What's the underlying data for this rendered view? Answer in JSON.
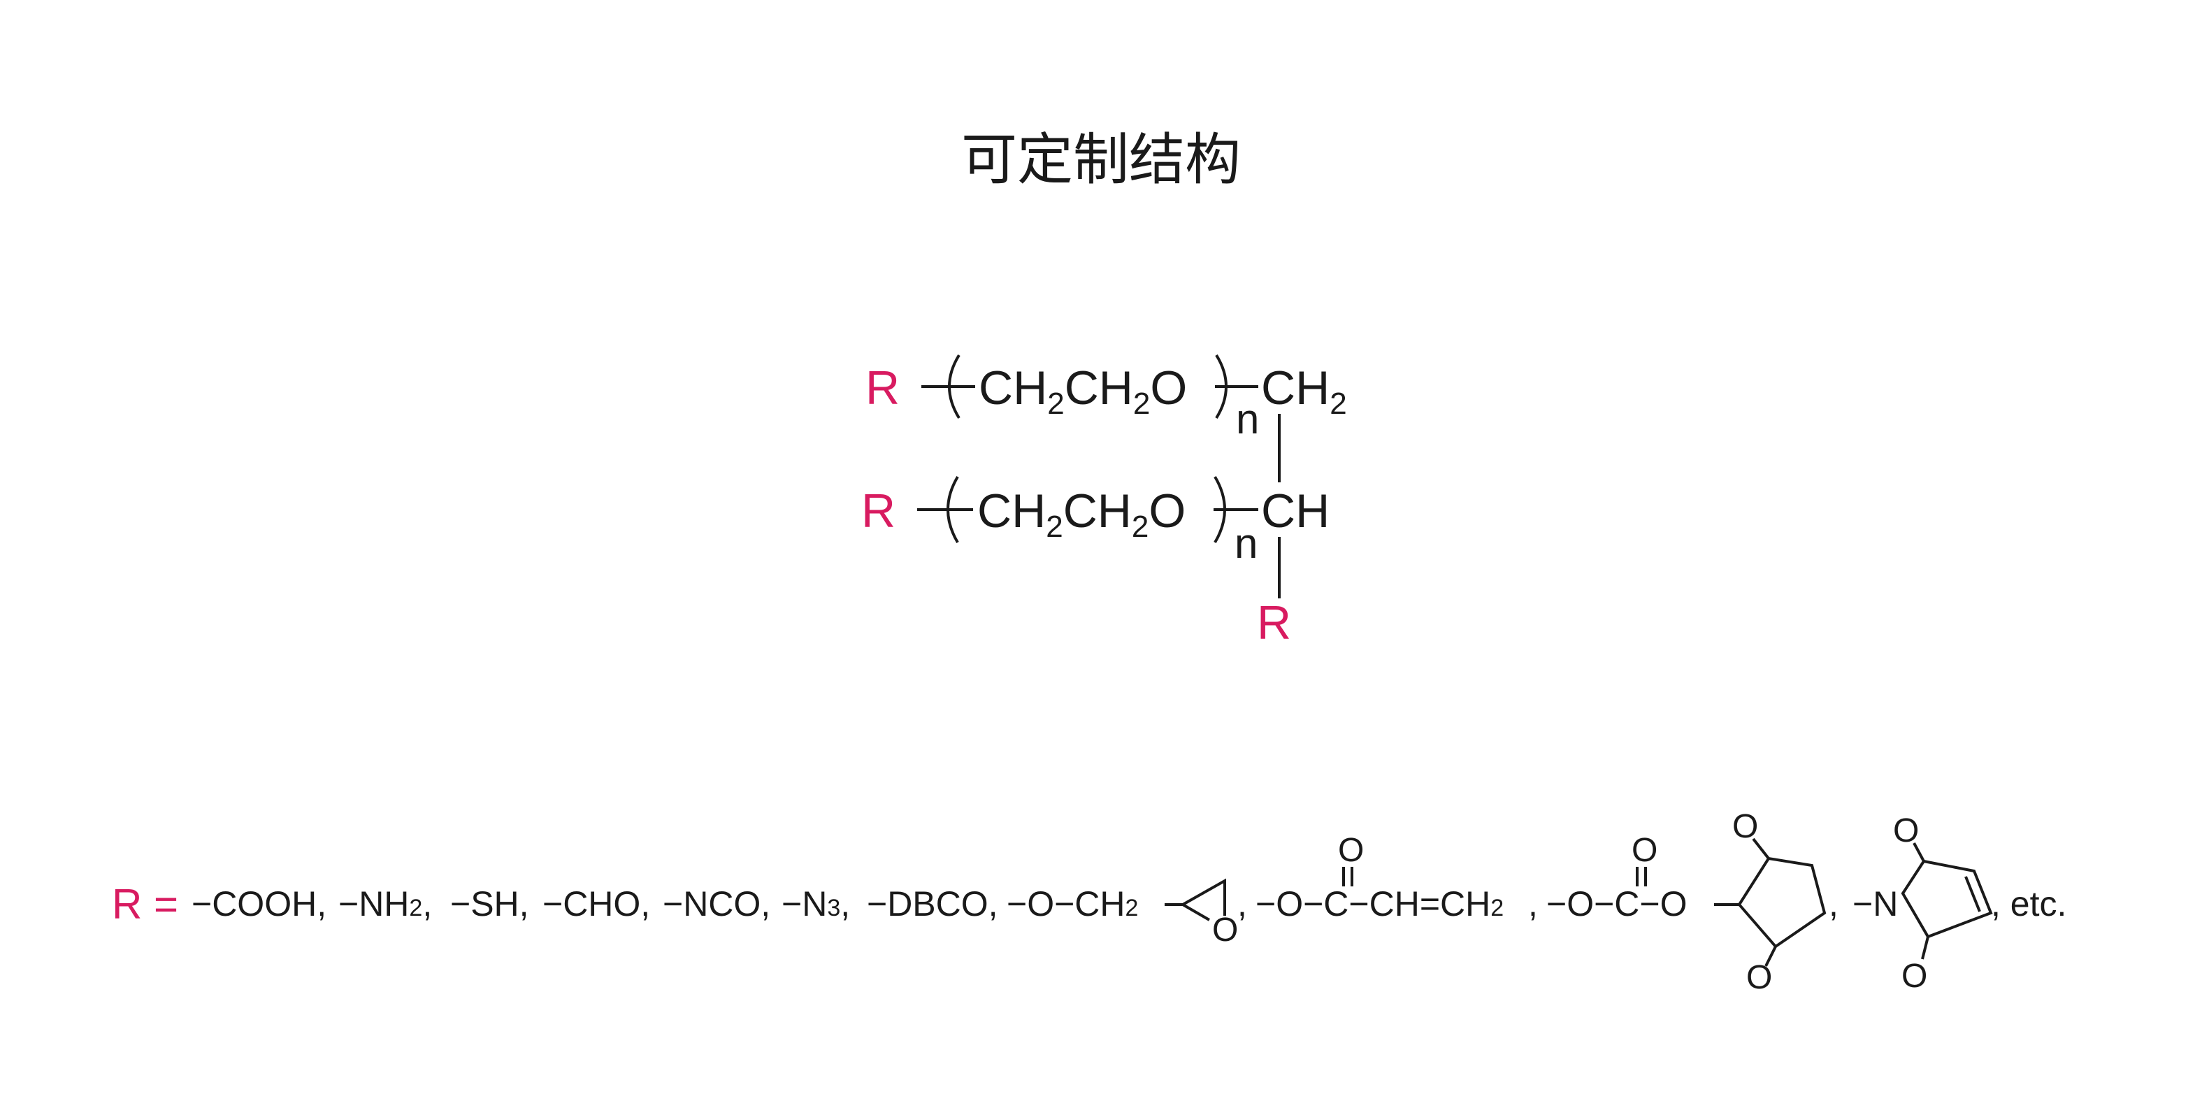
{
  "title": "可定制结构",
  "colors": {
    "accent": "#d81b60",
    "ink": "#1a1a1a"
  },
  "structure": {
    "r_label": "R",
    "repeat_unit_prefix": "CH",
    "sub2": "2",
    "repeat_unit_mid": "CH",
    "repeat_unit_suffix": "O",
    "n": "n",
    "ch2": "CH",
    "ch": "CH"
  },
  "r_list": {
    "prefix": "R =",
    "items": {
      "cooh": "−COOH,",
      "nh2_a": "−NH",
      "nh2_sub": "2",
      "nh2_b": ",",
      "sh": "−SH,",
      "cho": "−CHO,",
      "nco": "−NCO,",
      "n3_a": "−N",
      "n3_sub": "3",
      "n3_b": ",",
      "dbco": "−DBCO,",
      "glycidyl_a": "−O−CH",
      "glycidyl_sub": "2",
      "epoxide_o": "O",
      "comma": ",",
      "acrylate_a": "−O−C−CH=CH",
      "acrylate_sub": "2",
      "acrylate_o": "O",
      "nhs_a": "−O−C−O",
      "nhs_carbonyl_o": "O",
      "ring_o_top": "O",
      "ring_o_bottom": "O",
      "mal_n": "−N",
      "mal_o_top": "O",
      "mal_o_bottom": "O",
      "etc": ", etc."
    }
  }
}
